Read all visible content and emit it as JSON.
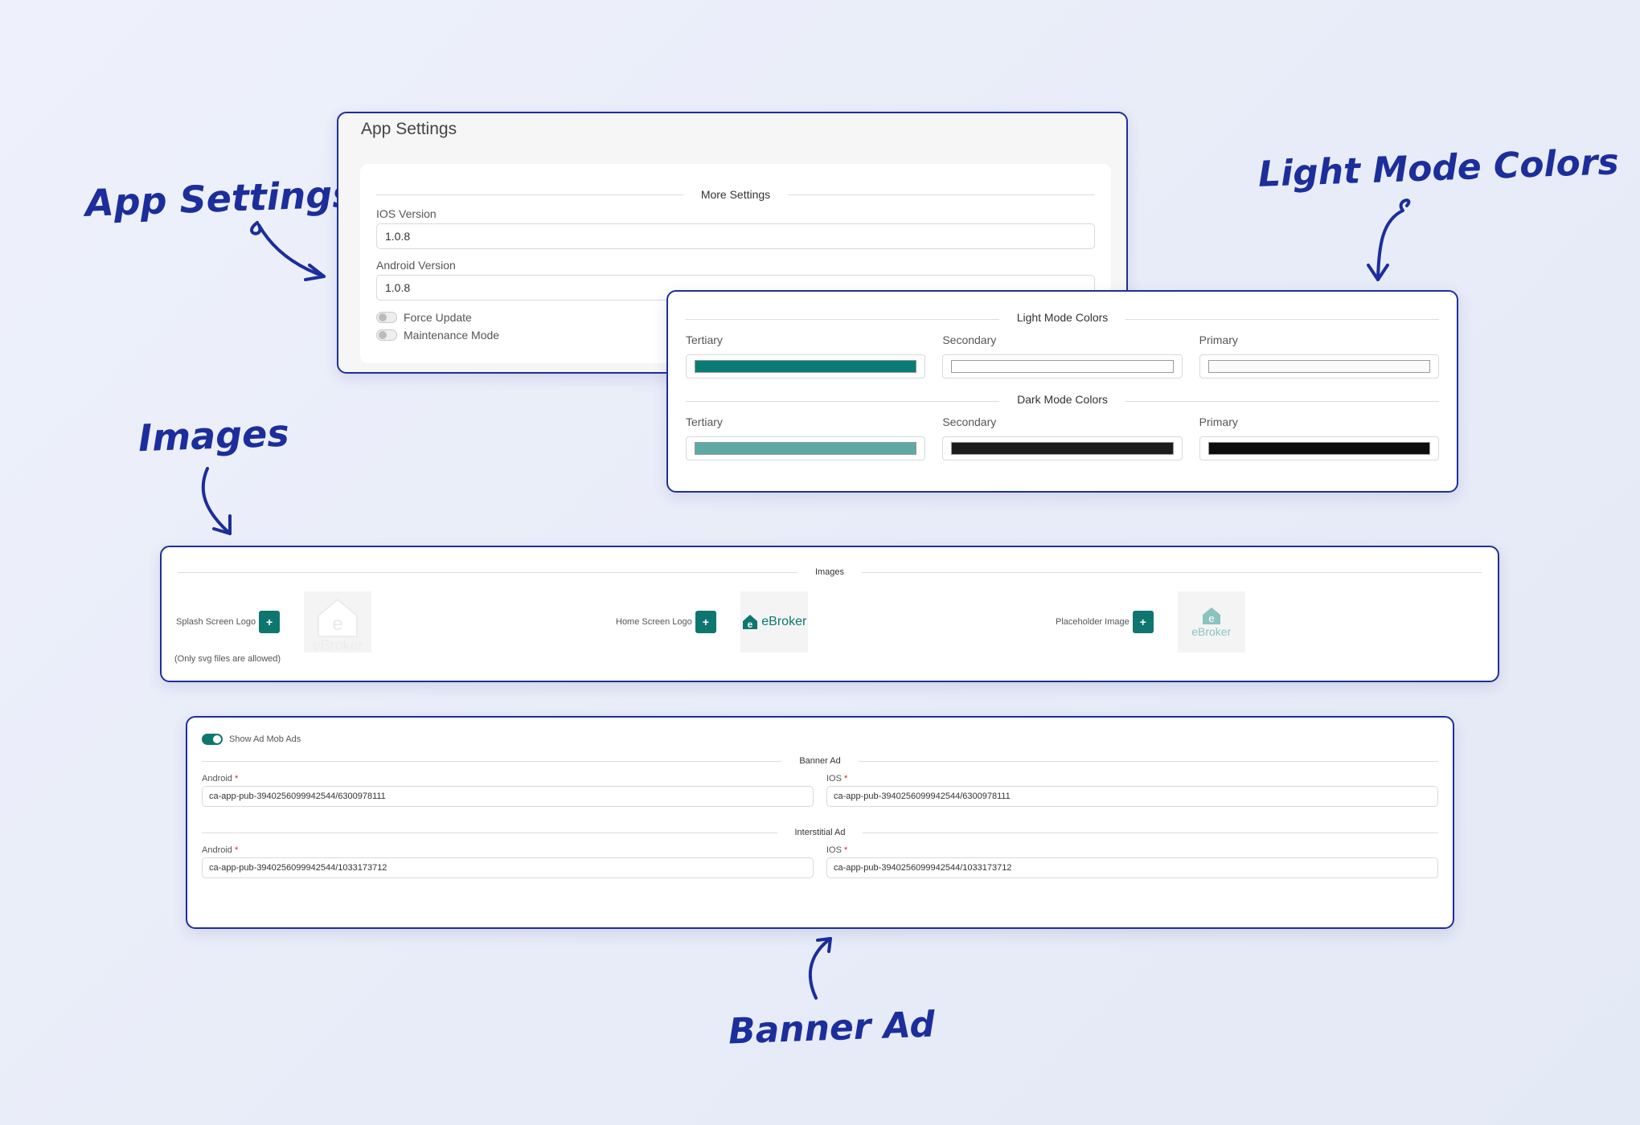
{
  "annotations": {
    "app_settings": "App Settings",
    "light_mode_colors": "Light Mode Colors",
    "images": "Images",
    "banner_ad": "Banner Ad"
  },
  "app_settings": {
    "title": "App Settings",
    "section_title": "More Settings",
    "ios_version_label": "IOS Version",
    "ios_version_value": "1.0.8",
    "android_version_label": "Android Version",
    "android_version_value": "1.0.8",
    "force_update_label": "Force Update",
    "force_update_enabled": false,
    "maintenance_mode_label": "Maintenance Mode",
    "maintenance_mode_enabled": false
  },
  "colors": {
    "light_title": "Light Mode Colors",
    "dark_title": "Dark Mode Colors",
    "light": [
      {
        "label": "Tertiary",
        "color": "#087c74"
      },
      {
        "label": "Secondary",
        "color": "#ffffff"
      },
      {
        "label": "Primary",
        "color": "#fafafa"
      }
    ],
    "dark": [
      {
        "label": "Tertiary",
        "color": "#5fa9a5"
      },
      {
        "label": "Secondary",
        "color": "#1c1c1c"
      },
      {
        "label": "Primary",
        "color": "#0d0d0d"
      }
    ]
  },
  "images": {
    "section_title": "Images",
    "splash_label": "Splash Screen Logo",
    "home_label": "Home Screen Logo",
    "placeholder_label": "Placeholder Image",
    "plus": "+",
    "svg_note": "(Only svg files are allowed)",
    "logo_text": "eBroker"
  },
  "ads": {
    "show_label": "Show Ad Mob Ads",
    "show_enabled": true,
    "banner_title": "Banner Ad",
    "interstitial_title": "Interstitial Ad",
    "android_label": "Android",
    "ios_label": "IOS",
    "required": "*",
    "banner_android": "ca-app-pub-3940256099942544/6300978111",
    "banner_ios": "ca-app-pub-3940256099942544/6300978111",
    "interstitial_android": "ca-app-pub-3940256099942544/1033173712",
    "interstitial_ios": "ca-app-pub-3940256099942544/1033173712"
  }
}
